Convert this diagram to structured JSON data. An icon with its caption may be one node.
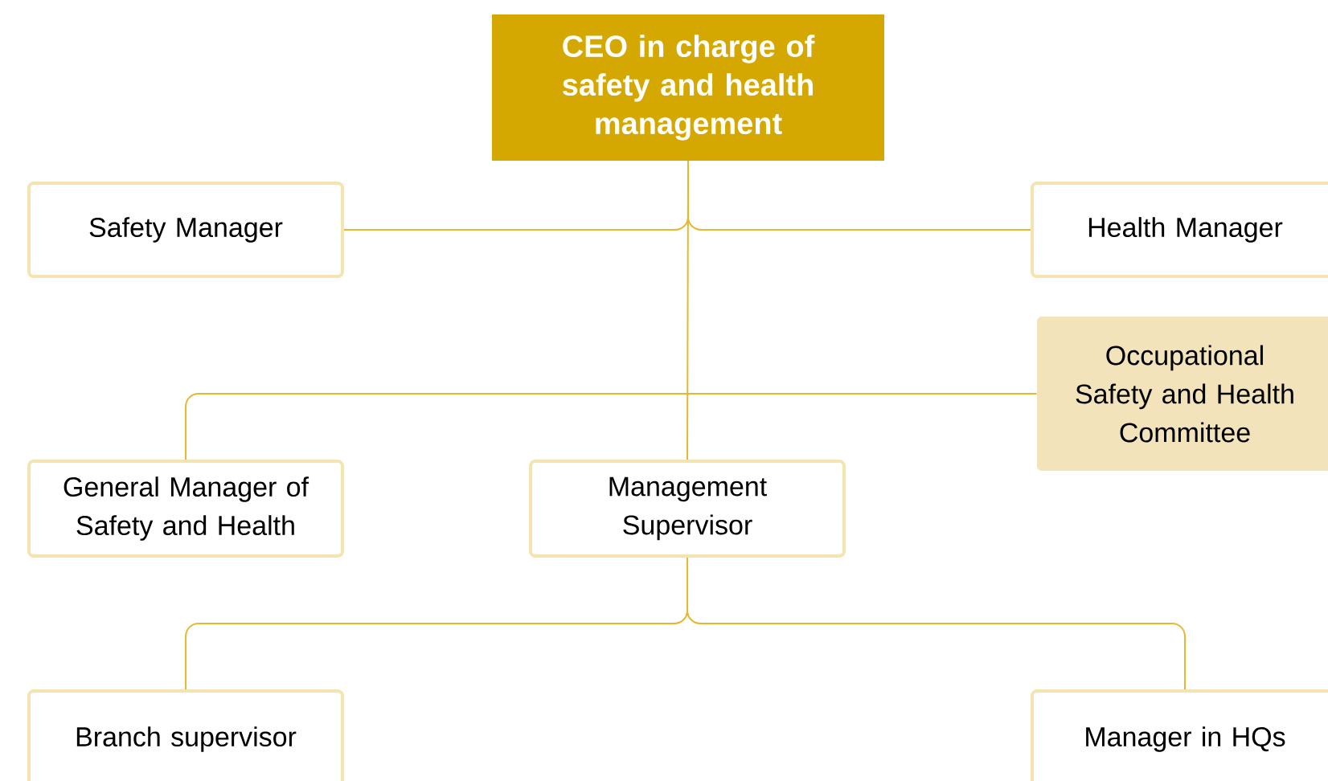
{
  "diagram": {
    "nodes": [
      {
        "text": [
          "CEO in charge of safety and health management"
        ]
      },
      {
        "text": [
          "Safety Manager"
        ]
      },
      {
        "text": [
          "Health Manager"
        ]
      },
      {
        "text": [
          "Occupational Safety and Health Committee"
        ]
      },
      {
        "text": [
          "General Manager of Safety and Health"
        ]
      },
      {
        "text": [
          "Management Supervisor"
        ]
      },
      {
        "text": [
          "Branch supervisor"
        ]
      },
      {
        "text": [
          "Manager in HQs"
        ]
      }
    ],
    "edges": [
      {
        "from": 0,
        "to": 1,
        "arrow": "none"
      },
      {
        "from": 0,
        "to": 2,
        "arrow": "none"
      },
      {
        "from": 0,
        "to": 5,
        "arrow": "none"
      },
      {
        "from": 3,
        "to": 4,
        "arrow": "none"
      },
      {
        "from": 5,
        "to": 6,
        "arrow": "none"
      },
      {
        "from": 5,
        "to": 7,
        "arrow": "none"
      }
    ]
  }
}
